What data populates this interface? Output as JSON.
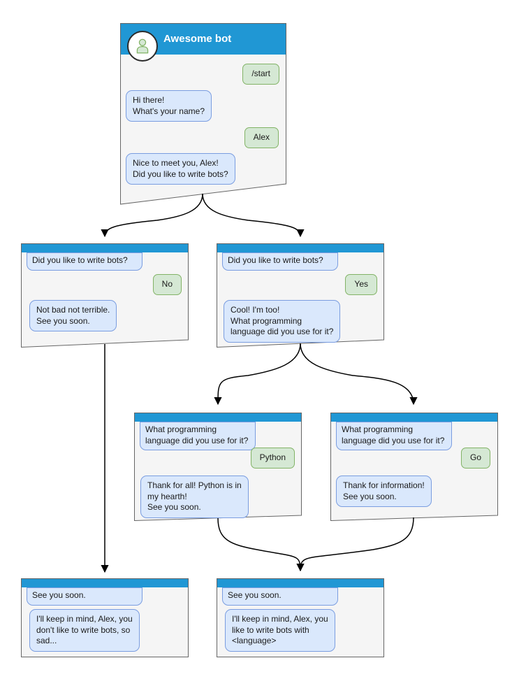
{
  "colors": {
    "header_blue": "#2097d4",
    "window_bg": "#f5f5f5",
    "window_border": "#666666",
    "bot_bubble_bg": "#dae8fc",
    "bot_bubble_border": "#7a9de0",
    "user_bubble_bg": "#d5e8d4",
    "user_bubble_border": "#82b366",
    "message_text": "#1a1a1a",
    "connector": "#000000",
    "avatar_stroke": "#82b366",
    "avatar_fill": "#d5e8d4"
  },
  "windows": {
    "root": {
      "title": "Awesome bot",
      "avatar_icon": "person-icon",
      "messages": [
        {
          "from": "user",
          "text": "/start"
        },
        {
          "from": "bot",
          "text": "Hi there!\nWhat's your name?"
        },
        {
          "from": "user",
          "text": "Alex"
        },
        {
          "from": "bot",
          "text": "Nice to meet you, Alex!\nDid you like to write bots?"
        }
      ]
    },
    "branch_no": {
      "messages": [
        {
          "from": "bot",
          "text": "Did you like to write bots?"
        },
        {
          "from": "user",
          "text": "No"
        },
        {
          "from": "bot",
          "text": "Not bad not terrible.\nSee you soon."
        }
      ]
    },
    "branch_yes": {
      "messages": [
        {
          "from": "bot",
          "text": "Did you like to write bots?"
        },
        {
          "from": "user",
          "text": "Yes"
        },
        {
          "from": "bot",
          "text": "Cool! I'm too!\nWhat programming\nlanguage did you use for it?"
        }
      ]
    },
    "branch_python": {
      "messages": [
        {
          "from": "bot",
          "text": "What programming\nlanguage did you use for it?"
        },
        {
          "from": "user",
          "text": "Python"
        },
        {
          "from": "bot",
          "text": "Thank for all! Python is in\nmy hearth!\nSee you soon."
        }
      ]
    },
    "branch_go": {
      "messages": [
        {
          "from": "bot",
          "text": "What programming\nlanguage did you use for it?"
        },
        {
          "from": "user",
          "text": "Go"
        },
        {
          "from": "bot",
          "text": "Thank for information!\nSee you soon."
        }
      ]
    },
    "end_no": {
      "messages": [
        {
          "from": "bot",
          "text": "See you soon."
        },
        {
          "from": "bot",
          "text": "I'll keep in mind, Alex, you\ndon't like to write bots, so\nsad..."
        }
      ]
    },
    "end_yes": {
      "messages": [
        {
          "from": "bot",
          "text": "See you soon."
        },
        {
          "from": "bot",
          "text": "I'll keep in mind, Alex, you\nlike to write bots with\n<language>"
        }
      ]
    }
  }
}
